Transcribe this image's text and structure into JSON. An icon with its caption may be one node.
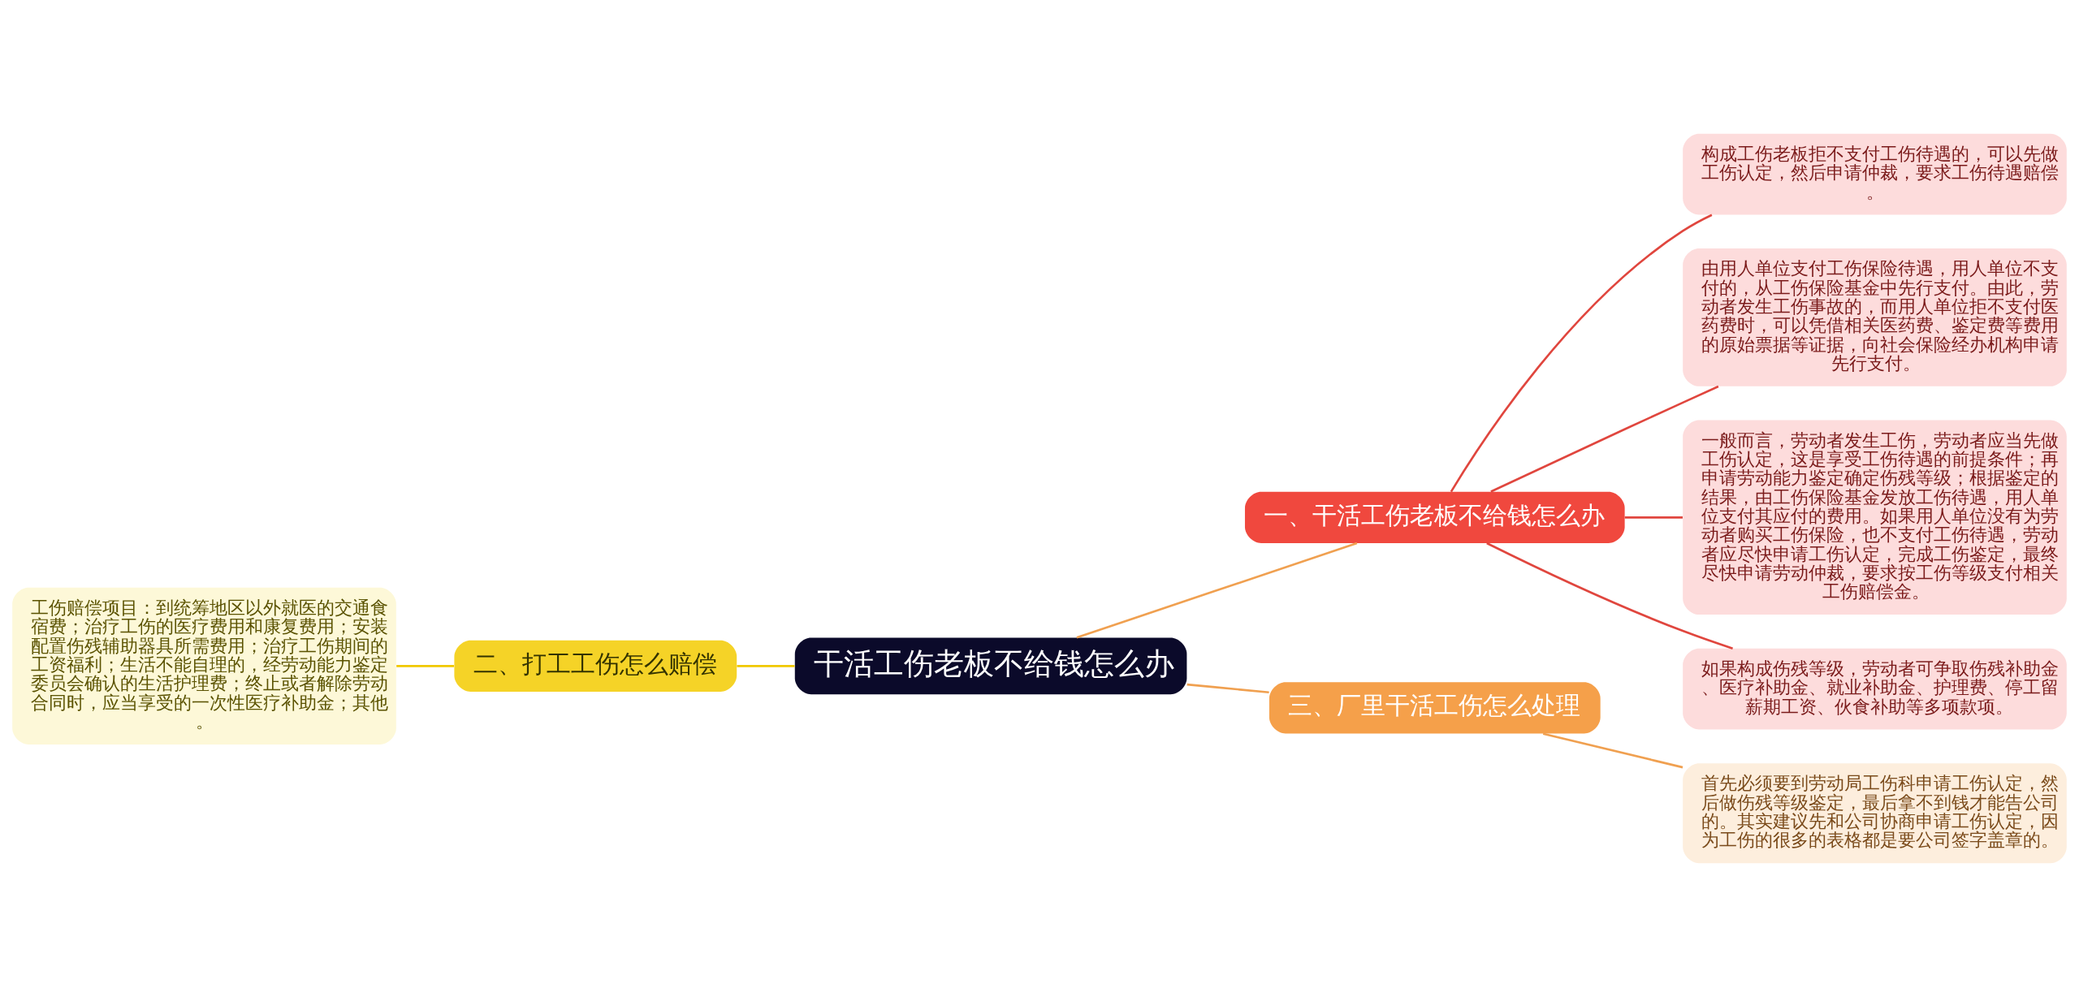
{
  "diagram": {
    "nodes": [
      {
        "text": [
          "干活工伤老板不给钱怎么办"
        ]
      },
      {
        "text": [
          "一、干活工伤老板不给钱怎么办"
        ]
      },
      {
        "text": [
          "构成工伤老板拒不支付工伤待遇的，可以先做工伤认定，然后申请仲裁，要求工伤待遇赔偿。"
        ]
      },
      {
        "text": [
          "由用人单位支付工伤保险待遇，用人单位不支付的，从工伤保险基金中先行支付。由此，劳动者发生工伤事故的，而用人单位拒不支付医药费时，可以凭借相关医药费、鉴定费等费用的原始票据等证据，向社会保险经办机构申请先行支付。"
        ]
      },
      {
        "text": [
          "一般而言，劳动者发生工伤，劳动者应当先做工伤认定，这是享受工伤待遇的前提条件；再申请劳动能力鉴定确定伤残等级；根据鉴定的结果，由工伤保险基金发放工伤待遇，用人单位支付其应付的费用。如果用人单位没有为劳动者购买工伤保险，也不支付工伤待遇，劳动者应尽快申请工伤认定，完成工伤鉴定，最终尽快申请劳动仲裁，要求按工伤等级支付相关工伤赔偿金。"
        ]
      },
      {
        "text": [
          "如果构成伤残等级，劳动者可争取伤残补助金、医疗补助金、就业补助金、护理费、停工留薪期工资、伙食补助等多项款项。"
        ]
      },
      {
        "text": [
          "二、打工工伤怎么赔偿"
        ]
      },
      {
        "text": [
          "工伤赔偿项目：到统筹地区以外就医的交通食宿费；治疗工伤的医疗费用和康复费用；安装配置伤残辅助器具所需费用；治疗工伤期间的工资福利；生活不能自理的，经劳动能力鉴定委员会确认的生活护理费；终止或者解除劳动合同时，应当享受的一次性医疗补助金；其他。"
        ]
      },
      {
        "text": [
          "三、厂里干活工伤怎么处理"
        ]
      },
      {
        "text": [
          "首先必须要到劳动局工伤科申请工伤认定，然后做伤残等级鉴定，最后拿不到钱才能告公司的。其实建议先和公司协商申请工伤认定，因为工伤的很多的表格都是要公司签字盖章的。"
        ]
      }
    ],
    "edges": [
      {
        "from": 0,
        "to": 1,
        "arrow": "none",
        "color": "#f0a050"
      },
      {
        "from": 1,
        "to": 2,
        "arrow": "none"
      },
      {
        "from": 1,
        "to": 3,
        "arrow": "none"
      },
      {
        "from": 1,
        "to": 4,
        "arrow": "none"
      },
      {
        "from": 1,
        "to": 5,
        "arrow": "none"
      },
      {
        "from": 0,
        "to": 6,
        "arrow": "none",
        "color": "#f0c800"
      },
      {
        "from": 6,
        "to": 7,
        "arrow": "none",
        "color": "#f0c800"
      },
      {
        "from": 0,
        "to": 8,
        "arrow": "none",
        "color": "#f0a050"
      },
      {
        "from": 8,
        "to": 9,
        "arrow": "none",
        "color": "#f0a050"
      }
    ]
  }
}
